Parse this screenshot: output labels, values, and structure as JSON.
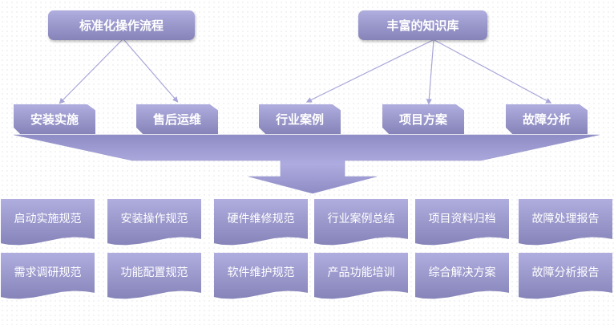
{
  "top_nodes": [
    "标准化操作流程",
    "丰富的知识库"
  ],
  "mid_nodes": [
    "安装实施",
    "售后运维",
    "行业案例",
    "项目方案",
    "故障分析"
  ],
  "docs": [
    [
      "启动实施规范",
      "安装操作规范",
      "硬件维修规范",
      "行业案例总结",
      "项目资料归档",
      "故障处理报告"
    ],
    [
      "需求调研规范",
      "功能配置规范",
      "软件维护规范",
      "产品功能培训",
      "综合解决方案",
      "故障分析报告"
    ]
  ],
  "colors": {
    "box_top": "#b0addf",
    "box_bottom": "#8583b8",
    "connector": "#a8a6d8"
  }
}
